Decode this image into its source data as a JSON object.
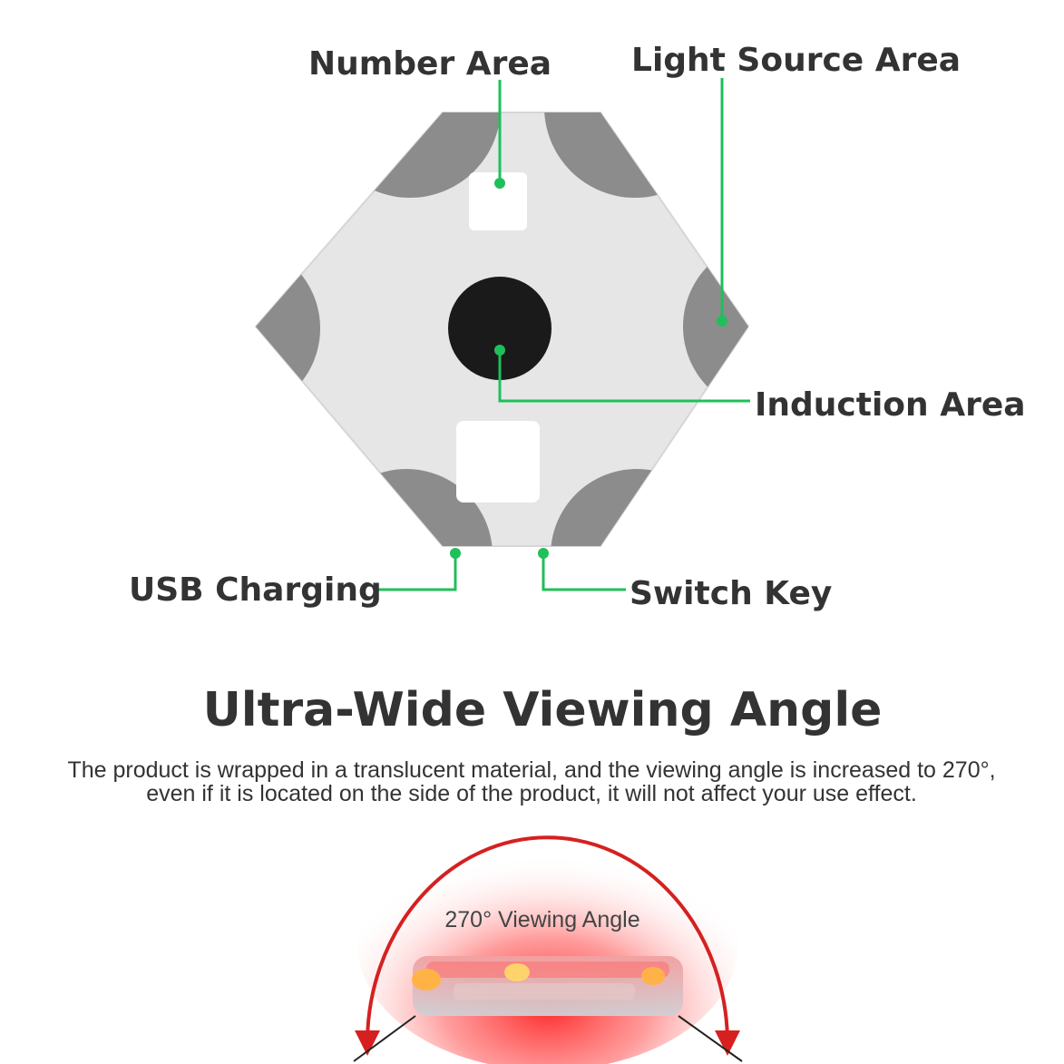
{
  "labels": {
    "number_area": "Number Area",
    "light_source_area": "Light Source Area",
    "induction_area": "Induction Area",
    "usb_charging": "USB Charging",
    "switch_key": "Switch Key"
  },
  "viewing": {
    "heading": "Ultra-Wide Viewing Angle",
    "description_line1": "The product is wrapped in a translucent material, and the viewing angle is increased to 270°,",
    "description_line2": "even if it is located on the side of the product, it will not affect your use effect.",
    "angle_label": "270° Viewing Angle"
  },
  "colors": {
    "callout_green": "#1fbf5a",
    "hex_body": "#e6e6e6",
    "light_pad": "#8c8c8c",
    "sensor": "#1a1a1a",
    "glow_red": "#ff2a2a",
    "arc_red": "#d62020"
  }
}
